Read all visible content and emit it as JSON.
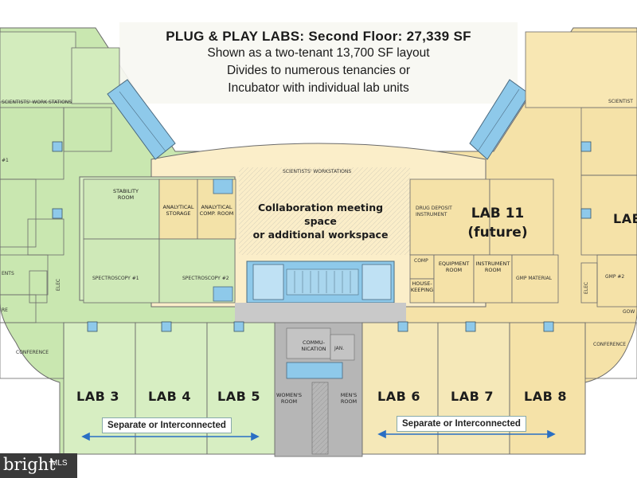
{
  "header": {
    "title": "PLUG & PLAY LABS: Second Floor: 27,339 SF",
    "line1": "Shown as a two-tenant 13,700 SF layout",
    "line2": "Divides to numerous tenancies or",
    "line3": "Incubator with individual lab units"
  },
  "labs": {
    "lab3": "LAB 3",
    "lab4": "LAB 4",
    "lab5": "LAB 5",
    "lab6": "LAB 6",
    "lab7": "LAB 7",
    "lab8": "LAB 8",
    "lab11_line1": "LAB 11",
    "lab11_line2": "(future)",
    "lab_right_partial": "LAB"
  },
  "collaboration": {
    "line1": "Collaboration meeting",
    "line2": "space",
    "line3": "or additional workspace"
  },
  "notes": {
    "separate_left": "Separate or Interconnected",
    "separate_right": "Separate or Interconnected"
  },
  "rooms": {
    "scientists_ws_center": "SCIENTISTS' WORKSTATIONS",
    "scientists_ws_left": "SCIENTISTS' WORK STATIONS",
    "scientists_ws_right": "SCIENTIST",
    "stability": "STABILITY ROOM",
    "analytical_storage": "ANALYTICAL STORAGE",
    "analytical_comp": "ANALYTICAL COMP. ROOM",
    "spectroscopy1": "SPECTROSCOPY #1",
    "spectroscopy2": "SPECTROSCOPY #2",
    "elec_left": "ELEC",
    "elec_right": "ELEC",
    "conference_left": "CONFERENCE",
    "conference_right": "CONFERENCE",
    "communication": "COMMU-NICATION",
    "jan": "JAN.",
    "womens": "WOMEN'S ROOM",
    "mens": "MEN'S ROOM",
    "equipment": "EQUIPMENT ROOM",
    "instrument": "INSTRUMENT ROOM",
    "gmp_material": "GMP MATERIAL",
    "gmp2": "GMP #2",
    "housekeeping": "HOUSE-KEEPING",
    "comp": "COMP",
    "drug_deposit": "DRUG DEPOSIT INSTRUMENT",
    "ents": "ENTS",
    "re": "RE",
    "number1": "#1",
    "gow": "GOW"
  },
  "brand": {
    "name": "bright",
    "suffix": "MLS"
  },
  "colors": {
    "green_wing": "#c9e7b0",
    "green_light": "#d7eec2",
    "yellow_wing": "#f5e2a8",
    "stair_blue": "#8ec9ea",
    "core_gray": "#b6b6b6",
    "line": "#6b6b6b"
  }
}
